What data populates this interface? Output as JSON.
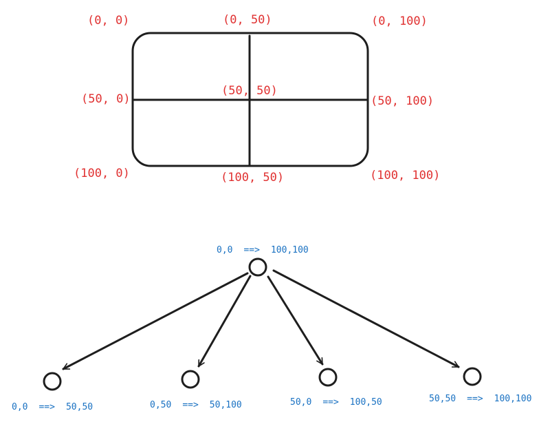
{
  "colors": {
    "stroke": "#1e1e1e",
    "coordinate_text": "#e03131",
    "range_text": "#1971c2",
    "background": "#ffffff"
  },
  "grid": {
    "corner_labels": {
      "top_left": "(0, 0)",
      "top_middle": "(0, 50)",
      "top_right": "(0, 100)",
      "middle_left": "(50, 0)",
      "center": "(50, 50)",
      "middle_right": "(50, 100)",
      "bottom_left": "(100, 0)",
      "bottom_middle": "(100, 50)",
      "bottom_right": "(100, 100)"
    }
  },
  "tree": {
    "root": {
      "from": "0,0",
      "arrow": "==>",
      "to": "100,100"
    },
    "children": [
      {
        "from": "0,0",
        "arrow": "==>",
        "to": "50,50"
      },
      {
        "from": "0,50",
        "arrow": "==>",
        "to": "50,100"
      },
      {
        "from": "50,0",
        "arrow": "==>",
        "to": "100,50"
      },
      {
        "from": "50,50",
        "arrow": "==>",
        "to": "100,100"
      }
    ]
  }
}
